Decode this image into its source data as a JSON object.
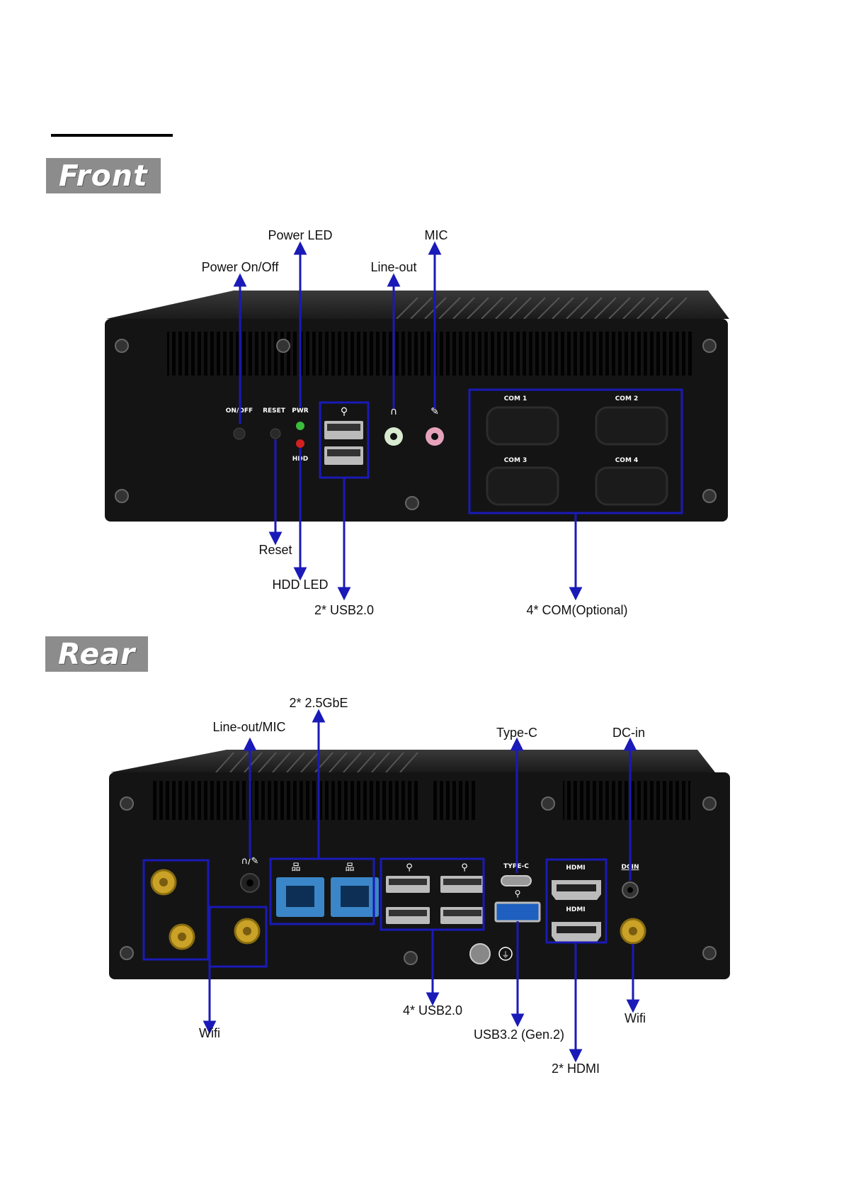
{
  "front": {
    "section_label": "Front",
    "callouts": {
      "power_led": "Power LED",
      "mic": "MIC",
      "power_on_off": "Power On/Off",
      "line_out": "Line-out",
      "reset": "Reset",
      "hdd_led": "HDD LED",
      "usb": "2* USB2.0",
      "com": "4* COM(Optional)"
    },
    "panel_text": {
      "on_off": "ON/OFF",
      "reset": "RESET",
      "pwr": "PWR",
      "hdd": "HDD",
      "com1": "COM 1",
      "com2": "COM 2",
      "com3": "COM 3",
      "com4": "COM 4"
    }
  },
  "rear": {
    "section_label": "Rear",
    "callouts": {
      "lan": "2* 2.5GbE",
      "line_out_mic": "Line-out/MIC",
      "type_c": "Type-C",
      "dc_in": "DC-in",
      "usb": "4* USB2.0",
      "usb32": "USB3.2 (Gen.2)",
      "hdmi": "2* HDMI",
      "wifi_left": "Wifi",
      "wifi_right": "Wifi"
    },
    "panel_text": {
      "type_c": "TYPE-C",
      "hdmi1": "HDMI",
      "hdmi2": "HDMI",
      "dcin": "DCIN"
    }
  },
  "colors": {
    "callout_line": "#1a1ab8",
    "chassis": "#141414",
    "tag_bg": "#8c8c8c"
  }
}
